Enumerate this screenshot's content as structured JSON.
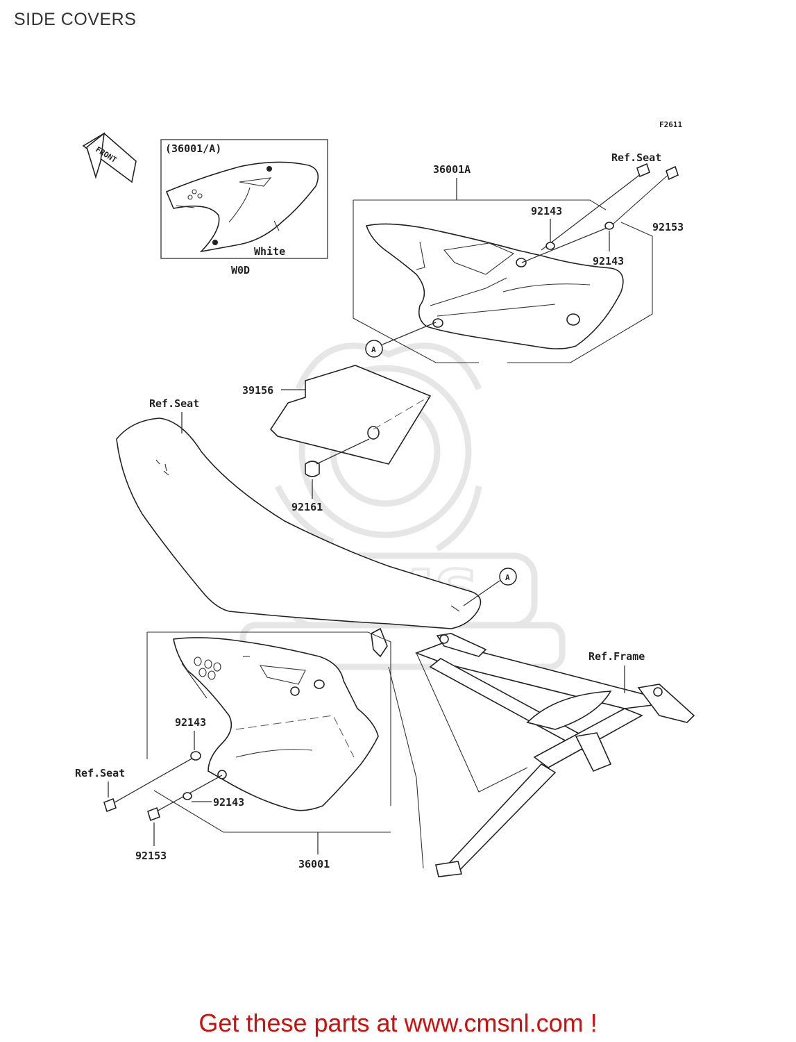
{
  "header": {
    "title": "SIDE COVERS"
  },
  "diagram": {
    "figure_code": "F2611",
    "front_arrow_label": "FRONT",
    "inset": {
      "part_ref": "(36001/A)",
      "color_label": "White",
      "color_code": "W0D"
    },
    "labels": {
      "cover_right": "36001A",
      "ref_seat_top": "Ref.Seat",
      "collar_top_1": "92143",
      "bolt_top": "92153",
      "collar_top_2": "92143",
      "marker_a_top": "A",
      "sponge": "39156",
      "ref_seat_mid": "Ref.Seat",
      "damper": "92161",
      "marker_a_mid": "A",
      "ref_frame": "Ref.Frame",
      "collar_left_1": "92143",
      "ref_seat_left": "Ref.Seat",
      "collar_left_2": "92143",
      "bolt_left": "92153",
      "cover_left": "36001"
    }
  },
  "footer": {
    "text": "Get these parts at www.cmsnl.com !"
  },
  "colors": {
    "footer": "#cc1010",
    "line": "#222222"
  }
}
